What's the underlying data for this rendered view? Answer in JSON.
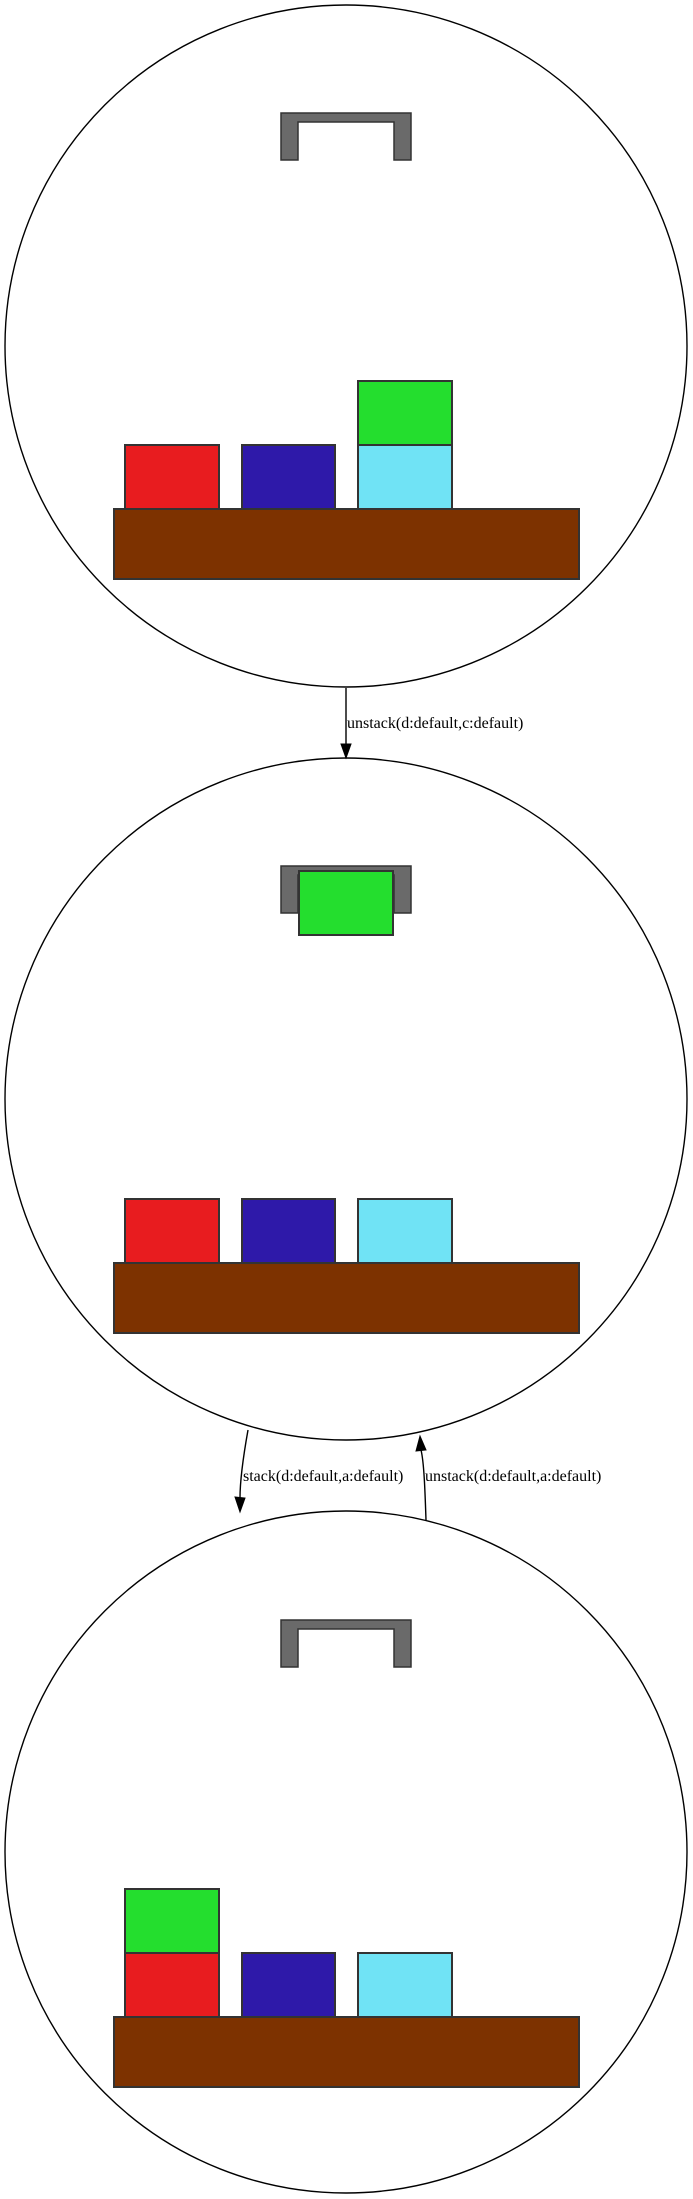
{
  "colors": {
    "block_a": "#e81c1f",
    "block_b": "#2e19a9",
    "block_c": "#70e3f5",
    "block_d": "#24de2e",
    "table": "#7d3200",
    "gripper": "#6a6a6a",
    "outline": "#333333"
  },
  "states": [
    {
      "id": "state-1",
      "gripper_holding": "",
      "stacks": [
        [
          "a"
        ],
        [
          "b"
        ],
        [
          "c",
          "d"
        ]
      ]
    },
    {
      "id": "state-2",
      "gripper_holding": "d",
      "stacks": [
        [
          "a"
        ],
        [
          "b"
        ],
        [
          "c"
        ]
      ]
    },
    {
      "id": "state-3",
      "gripper_holding": "",
      "stacks": [
        [
          "a",
          "d"
        ],
        [
          "b"
        ],
        [
          "c"
        ]
      ]
    }
  ],
  "edges": [
    {
      "id": "edge-1",
      "from": "state-1",
      "to": "state-2",
      "label": "unstack(d:default,c:default)"
    },
    {
      "id": "edge-2",
      "from": "state-2",
      "to": "state-3",
      "label": "stack(d:default,a:default)"
    },
    {
      "id": "edge-3",
      "from": "state-3",
      "to": "state-2",
      "label": "unstack(d:default,a:default)"
    }
  ]
}
